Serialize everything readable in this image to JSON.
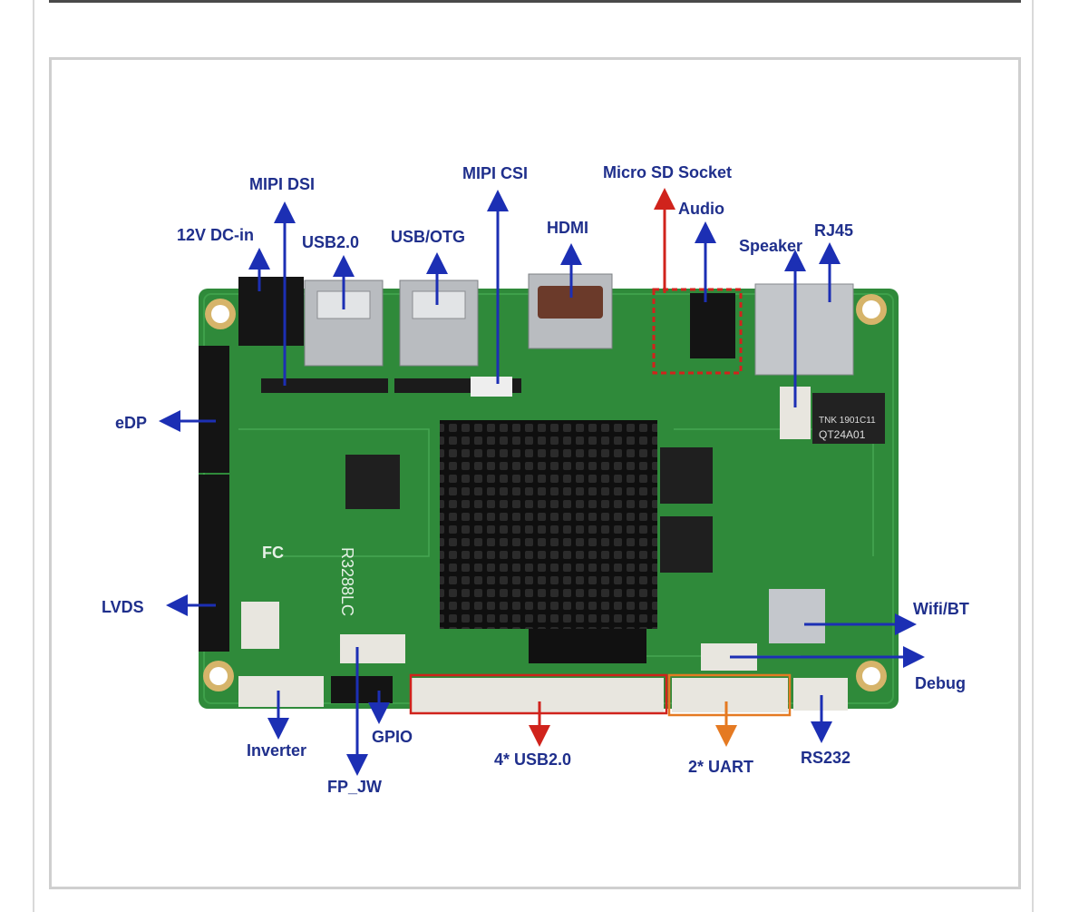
{
  "colors": {
    "label_blue": "#1f2f8c",
    "arrow_blue": "#1c2fb4",
    "highlight_red": "#d0231c",
    "highlight_orange": "#e57a22",
    "board_green": "#2f8a3a",
    "heatsink": "#1a1a1a",
    "frame_border": "#cfcfcf"
  },
  "labels": {
    "micro_sd": "Micro SD Socket",
    "mipi_dsi": "MIPI DSI",
    "mipi_csi": "MIPI CSI",
    "audio": "Audio",
    "dc_in": "12V DC-in",
    "usb20": "USB2.0",
    "usb_otg": "USB/OTG",
    "hdmi": "HDMI",
    "speaker": "Speaker",
    "rj45": "RJ45",
    "edp": "eDP",
    "lvds": "LVDS",
    "wifi_bt": "Wifi/BT",
    "debug": "Debug",
    "inverter": "Inverter",
    "gpio": "GPIO",
    "fp_jw": "FP_JW",
    "usb20_x4": "4* USB2.0",
    "uart_x2": "2* UART",
    "rs232": "RS232"
  },
  "board_silkscreen": {
    "model": "R3288LC",
    "chip_mark": "TNK 1901C11",
    "chip_mark2": "QT24A01",
    "fc_mark": "FC"
  },
  "icons": {
    "arrow": "arrow-icon",
    "mount_hole": "mount-hole-icon",
    "heatsink": "heatsink-icon"
  }
}
